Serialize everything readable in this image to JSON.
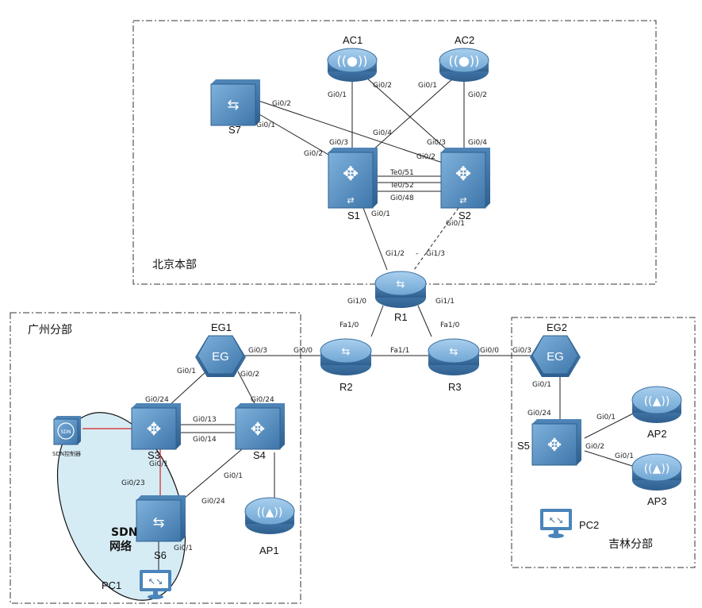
{
  "regions": {
    "beijing": "北京本部",
    "guangzhou": "广州分部",
    "jilin": "吉林分部"
  },
  "devices": {
    "ac1": "AC1",
    "ac2": "AC2",
    "s7": "S7",
    "s1": "S1",
    "s2": "S2",
    "r1": "R1",
    "r2": "R2",
    "r3": "R3",
    "eg1": "EG1",
    "eg2": "EG2",
    "eg_text": "EG",
    "s3": "S3",
    "s4": "S4",
    "s5": "S5",
    "s6": "S6",
    "ap1": "AP1",
    "ap2": "AP2",
    "ap3": "AP3",
    "pc1": "PC1",
    "pc2": "PC2",
    "sdn_ctrl_icon": "SDN",
    "sdn_ctrl": "SDN控制器",
    "sdn_net_line1": "SDN",
    "sdn_net_line2": "网络"
  },
  "ports": {
    "ac1_gi01": "Gi0/1",
    "ac1_gi02": "Gi0/2",
    "ac2_gi01": "Gi0/1",
    "ac2_gi02": "Gi0/2",
    "s7_gi02": "Gi0/2",
    "s7_gi01": "Gi0/1",
    "s1_gi03": "Gi0/3",
    "s1_gi02": "Gi0/2",
    "s1_gi04": "Gi0/4",
    "s1_gi01": "Gi0/1",
    "s2_gi03": "Gi0/3",
    "s2_gi04": "Gi0/4",
    "s2_gi02": "Gi0/2",
    "s2_gi01": "Gi0/1",
    "te051": "Te0/51",
    "te052": "Te0/52",
    "gi048": "Gi0/48",
    "r1_gi12": "Gi1/2",
    "r1_gi13": "Gi1/3",
    "r1_gi10": "Gi1/0",
    "r1_gi11": "Gi1/1",
    "r2_fa10": "Fa1/0",
    "r2_gi00": "Gi0/0",
    "r2_fa11": "Fa1/1",
    "r3_fa10": "Fa1/0",
    "r3_gi00": "Gi0/0",
    "eg1_gi03": "Gi0/3",
    "eg1_gi01": "Gi0/1",
    "eg1_gi02": "Gi0/2",
    "s3_gi024": "Gi0/24",
    "s3_gi013": "Gi0/13",
    "s3_gi014": "Gi0/14",
    "s3_gi01": "Gi0/1",
    "s3_gi023": "Gi0/23",
    "s4_gi024": "Gi0/24",
    "s4_gi01": "Gi0/1",
    "s6_gi024": "Gi0/24",
    "s6_gi01": "Gi0/1",
    "eg2_gi03": "Gi0/3",
    "eg2_gi01": "Gi0/1",
    "s5_gi024": "Gi0/24",
    "s5_gi01": "Gi0/1",
    "s5_gi02": "Gi0/2",
    "ap2_gi01": "Gi0/1",
    "ap3_gi01": "Gi0/1",
    "dash": "-"
  }
}
